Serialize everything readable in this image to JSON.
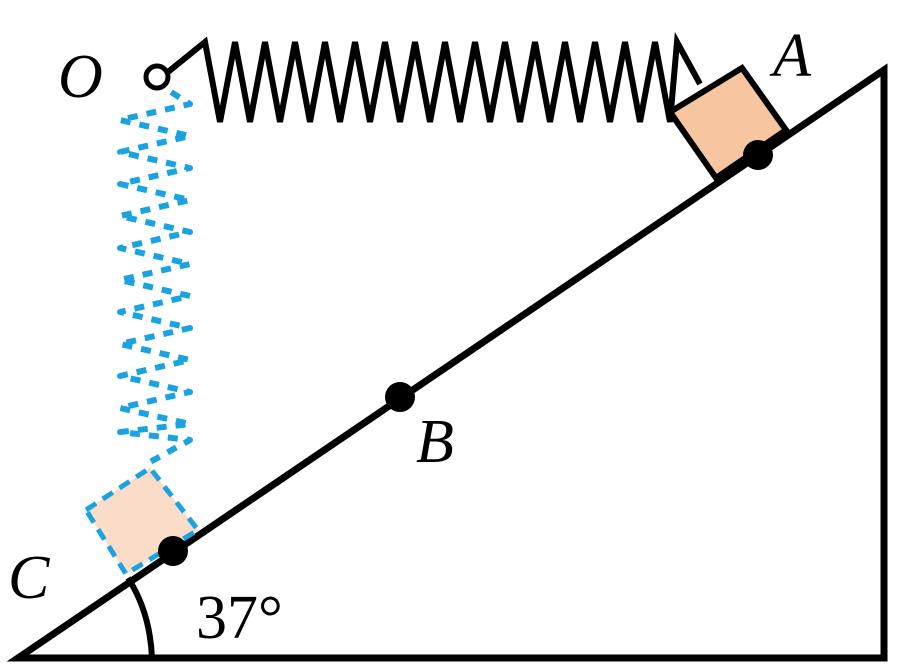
{
  "labels": {
    "pivot": "O",
    "point_a": "A",
    "point_b": "B",
    "point_c": "C",
    "angle": "37°"
  },
  "colors": {
    "line": "#000000",
    "block_fill": "#f7c59f",
    "block_fill_dashed": "#fbdcc8",
    "dashed_stroke": "#1aa3e0",
    "point": "#000000"
  },
  "icons": {
    "pivot": "hollow-circle-pivot",
    "spring": "zigzag-spring",
    "block": "square-block"
  }
}
